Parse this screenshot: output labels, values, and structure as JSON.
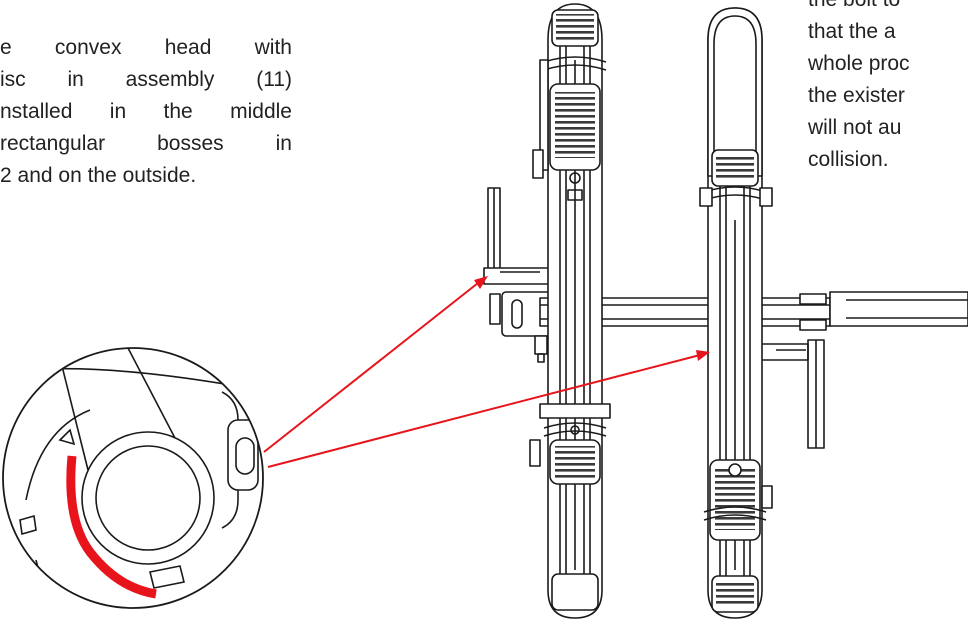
{
  "left_text": {
    "lines": [
      "e convex head with",
      "isc in assembly (11)",
      "nstalled in the middle",
      "rectangular bosses in",
      "2 and on the outside."
    ]
  },
  "right_text": {
    "lines": [
      "the bolt to",
      "that the a",
      "whole proc",
      "the exister",
      "will not au",
      "collision."
    ]
  },
  "colors": {
    "line": "#1a1a1a",
    "accent": "#e8141b",
    "fill": "#ffffff",
    "tread": "#3a3a3a"
  }
}
